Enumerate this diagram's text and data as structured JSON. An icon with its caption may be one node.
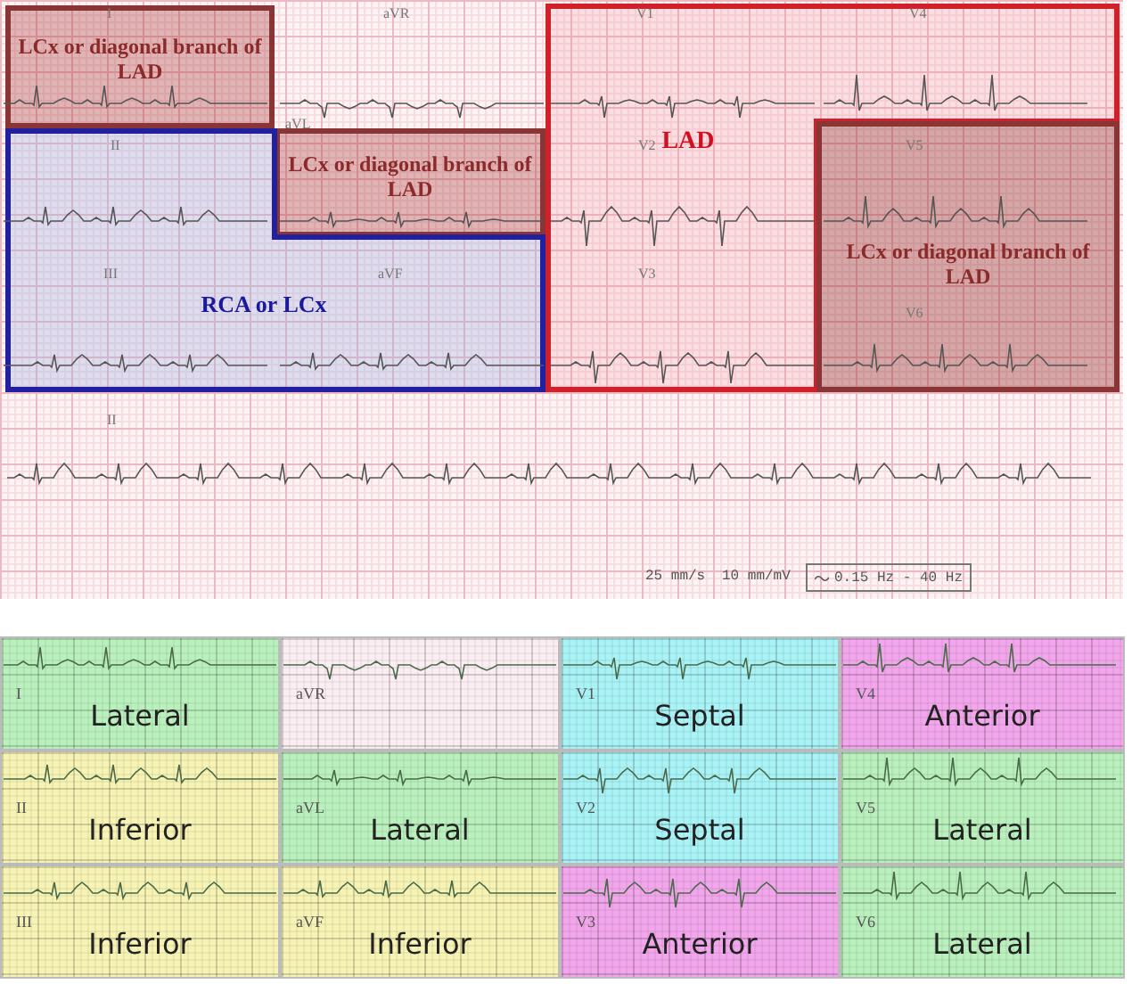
{
  "diagram": {
    "nodes": [
      {
        "text": [
          "LCx or diagonal branch of LAD"
        ]
      },
      {
        "text": [
          "LAD"
        ]
      },
      {
        "text": [
          "LCx or diagonal branch of LAD"
        ]
      },
      {
        "text": [
          "RCA or LCx"
        ]
      },
      {
        "text": [
          "LCx or diagonal branch of LAD"
        ]
      },
      {
        "text": [
          "I",
          "Lateral"
        ]
      },
      {
        "text": [
          "aVR"
        ]
      },
      {
        "text": [
          "V1",
          "Septal"
        ]
      },
      {
        "text": [
          "V4",
          "Anterior"
        ]
      },
      {
        "text": [
          "II",
          "Inferior"
        ]
      },
      {
        "text": [
          "aVL",
          "Lateral"
        ]
      },
      {
        "text": [
          "V2",
          "Septal"
        ]
      },
      {
        "text": [
          "V5",
          "Lateral"
        ]
      },
      {
        "text": [
          "III",
          "Inferior"
        ]
      },
      {
        "text": [
          "aVF",
          "Inferior"
        ]
      },
      {
        "text": [
          "V3",
          "Anterior"
        ]
      },
      {
        "text": [
          "V6",
          "Lateral"
        ]
      }
    ],
    "labels": [
      "I",
      "aVR",
      "V1",
      "V4",
      "II",
      "aVL",
      "V2",
      "V5",
      "III",
      "aVF",
      "V3",
      "V6",
      "II",
      "25 mm/s",
      "10 mm/mV",
      "0.15 Hz - 40 Hz"
    ]
  }
}
